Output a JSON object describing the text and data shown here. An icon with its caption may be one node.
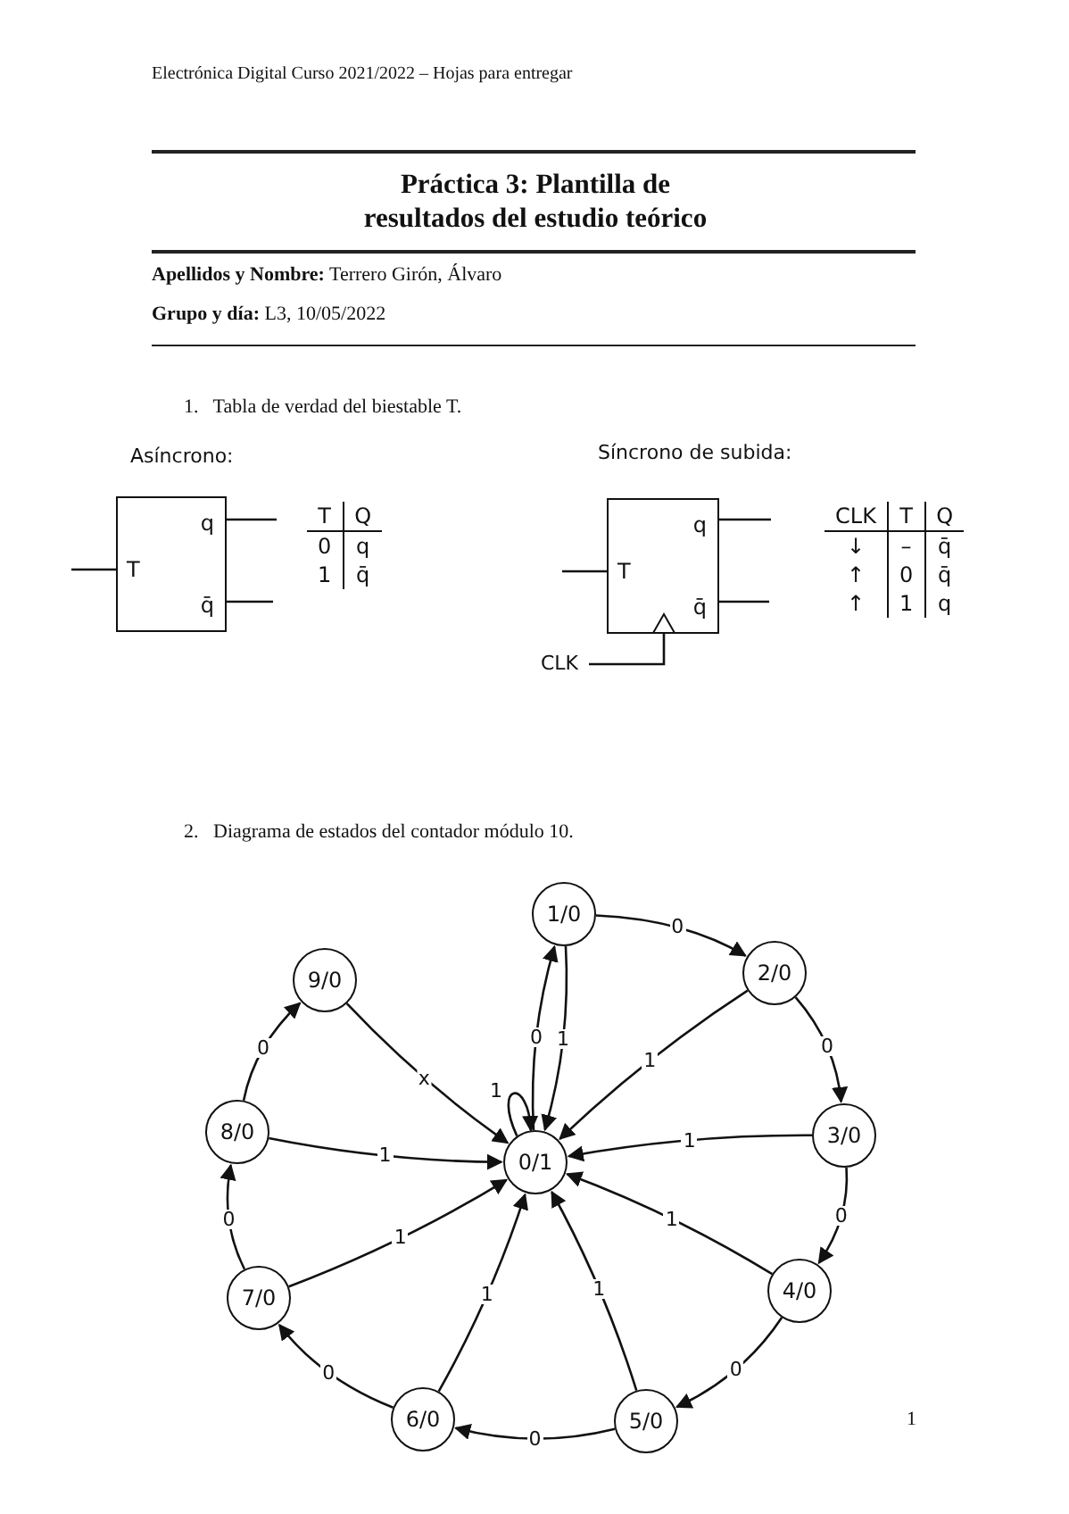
{
  "diagram": {
    "title": "Práctica 3: Plantilla de resultados del estudio teórico",
    "nodes": [
      {
        "text": [
          "T",
          "q",
          "q̄"
        ]
      },
      {
        "text": [
          "T",
          "q",
          "q̄"
        ]
      },
      {
        "text": [
          "CLK"
        ]
      },
      {
        "text": [
          "0/1"
        ]
      },
      {
        "text": [
          "1/0"
        ]
      },
      {
        "text": [
          "2/0"
        ]
      },
      {
        "text": [
          "3/0"
        ]
      },
      {
        "text": [
          "4/0"
        ]
      },
      {
        "text": [
          "5/0"
        ]
      },
      {
        "text": [
          "6/0"
        ]
      },
      {
        "text": [
          "7/0"
        ]
      },
      {
        "text": [
          "8/0"
        ]
      },
      {
        "text": [
          "9/0"
        ]
      }
    ],
    "edges": [
      {
        "from": null,
        "to": 0,
        "arrow": "none"
      },
      {
        "from": 0,
        "to": null,
        "arrow": "none"
      },
      {
        "from": 0,
        "to": null,
        "arrow": "none"
      },
      {
        "from": null,
        "to": 1,
        "arrow": "none"
      },
      {
        "from": 1,
        "to": null,
        "arrow": "none"
      },
      {
        "from": 1,
        "to": null,
        "arrow": "none"
      },
      {
        "from": 2,
        "to": 1,
        "arrow": "none"
      },
      {
        "from": 3,
        "to": 4,
        "arrow": "to",
        "label": "0"
      },
      {
        "from": 4,
        "to": 3,
        "arrow": "to",
        "label": "1"
      },
      {
        "from": 3,
        "to": 3,
        "arrow": "to",
        "label": "1"
      },
      {
        "from": 4,
        "to": 5,
        "arrow": "to",
        "label": "0"
      },
      {
        "from": 5,
        "to": 3,
        "arrow": "to",
        "label": "1"
      },
      {
        "from": 5,
        "to": 6,
        "arrow": "to",
        "label": "0"
      },
      {
        "from": 6,
        "to": 3,
        "arrow": "to",
        "label": "1"
      },
      {
        "from": 6,
        "to": 7,
        "arrow": "to",
        "label": "0"
      },
      {
        "from": 7,
        "to": 3,
        "arrow": "to",
        "label": "1"
      },
      {
        "from": 7,
        "to": 8,
        "arrow": "to",
        "label": "0"
      },
      {
        "from": 8,
        "to": 3,
        "arrow": "to",
        "label": "1"
      },
      {
        "from": 8,
        "to": 9,
        "arrow": "to",
        "label": "0"
      },
      {
        "from": 9,
        "to": 3,
        "arrow": "to",
        "label": "1"
      },
      {
        "from": 9,
        "to": 10,
        "arrow": "to",
        "label": "0"
      },
      {
        "from": 10,
        "to": 3,
        "arrow": "to",
        "label": "1"
      },
      {
        "from": 10,
        "to": 11,
        "arrow": "to",
        "label": "0"
      },
      {
        "from": 11,
        "to": 3,
        "arrow": "to",
        "label": "1"
      },
      {
        "from": 11,
        "to": 12,
        "arrow": "to",
        "label": "0"
      },
      {
        "from": 12,
        "to": 3,
        "arrow": "to",
        "label": "x"
      }
    ],
    "labels": [
      "Electrónica Digital Curso 2021/2022 – Hojas para entregar",
      "**Apellidos y Nombre:** Terrero Girón, Álvaro",
      "**Grupo y día:** L3, 10/05/2022",
      "1.   Tabla de verdad del biestable T.",
      "Asíncrono:",
      "Síncrono de subida:",
      "T",
      "Q",
      "0",
      "q",
      "1",
      "q̄",
      "CLK",
      "T",
      "Q",
      "↓",
      "–",
      "q̄",
      "↑",
      "0",
      "q̄",
      "↑",
      "1",
      "q",
      "2.   Diagrama de estados del contador módulo 10.",
      "1"
    ]
  }
}
